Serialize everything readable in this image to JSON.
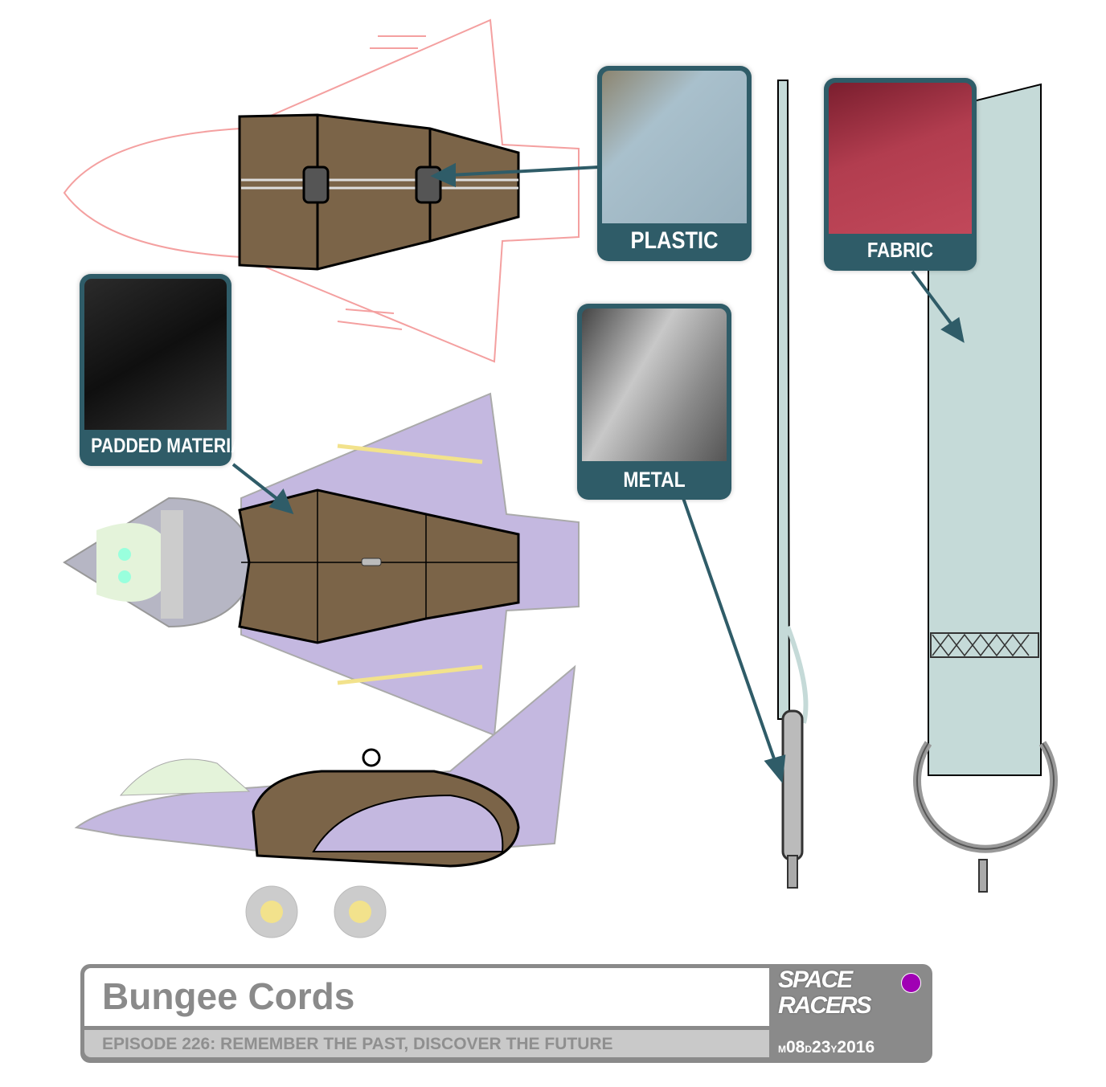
{
  "callouts": {
    "plastic": "PLASTIC",
    "fabric": "FABRIC",
    "padded": "PADDED MATERIAL",
    "metal": "METAL"
  },
  "title_block": {
    "title": "Bungee Cords",
    "episode": "EPISODE 226: REMEMBER THE PAST, DISCOVER THE FUTURE",
    "logo": "SPACE RACERS",
    "date_m_label": "M",
    "date_m": "08",
    "date_d_label": "D",
    "date_d": "23",
    "date_y_label": "Y",
    "date_y": "2016"
  },
  "colors": {
    "callout": "#2f5c68",
    "bag": "#7b6448",
    "strap": "#c5dad8",
    "ship_purple": "#b9aad6",
    "ship_grey": "#b6b6c4",
    "sketch_red": "#f4a0a0",
    "status_dot": "#a000b4"
  }
}
